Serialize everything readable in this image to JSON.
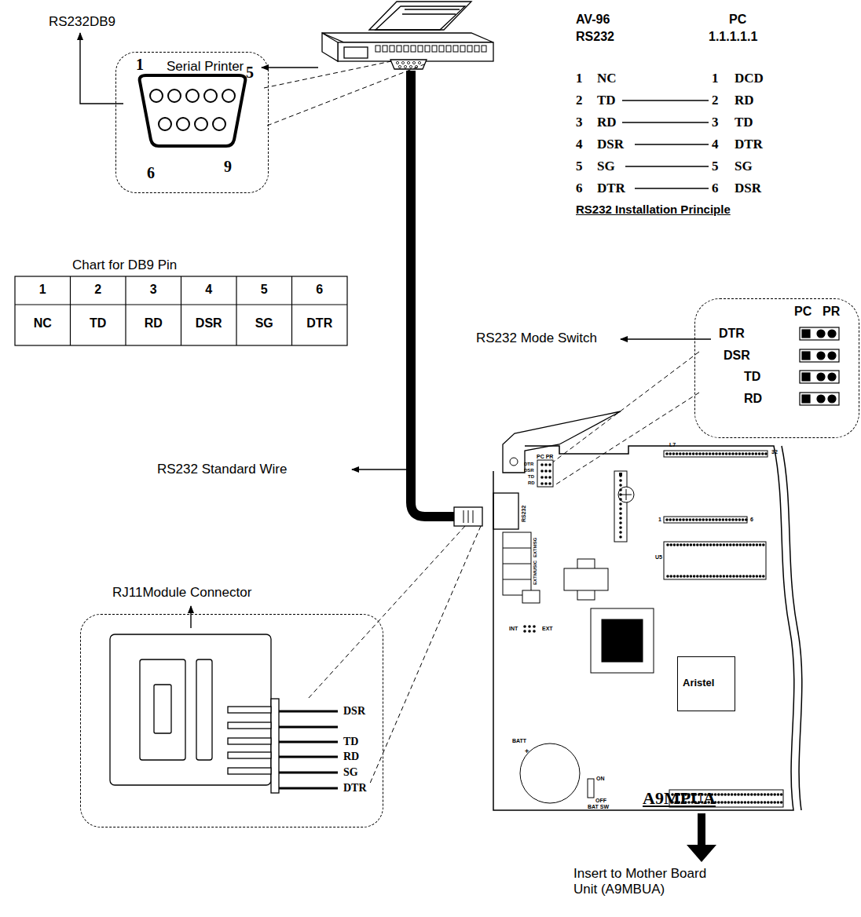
{
  "diagram": {
    "nodes": [
      {
        "text": [
          "1",
          "5",
          "6",
          "9"
        ]
      },
      {
        "text": [
          "PC",
          "PR",
          "DTR",
          "DSR",
          "TD",
          "RD"
        ]
      },
      {
        "text": [
          "DSR",
          "TD",
          "RD",
          "SG",
          "DTR"
        ]
      },
      {
        "text": [
          "A9MPUA"
        ]
      },
      {
        "text": [
          "Aristel"
        ],
        "in": 3
      }
    ],
    "labels": [
      "RS232DB9",
      "Serial Printer",
      "AV-96",
      "RS232",
      "PC",
      "1.1.1.1.1",
      "1",
      "NC",
      "1",
      "DCD",
      "2",
      "TD",
      "2",
      "RD",
      "3",
      "RD",
      "3",
      "TD",
      "4",
      "DSR",
      "4",
      "DTR",
      "5",
      "SG",
      "5",
      "SG",
      "6",
      "DTR",
      "6",
      "DSR",
      "RS232 Installation Principle",
      "Chart for DB9 Pin",
      "1",
      "2",
      "3",
      "4",
      "5",
      "6",
      "NC",
      "TD",
      "RD",
      "DSR",
      "SG",
      "DTR",
      "RS232 Mode Switch",
      "RS232 Standard Wire",
      "RJ11Module Connector",
      "Insert to Mother Board Unit (A9MBUA)",
      "PC PR",
      "DTR",
      "DSR",
      "TD",
      "RD",
      "RS232",
      "EXTMUSIC",
      "EXTMSG",
      "L7",
      "32",
      "1",
      "6",
      "U5",
      "INT",
      "EXT",
      "BATT",
      "+",
      "ON",
      "OFF",
      "BAT SW"
    ]
  }
}
